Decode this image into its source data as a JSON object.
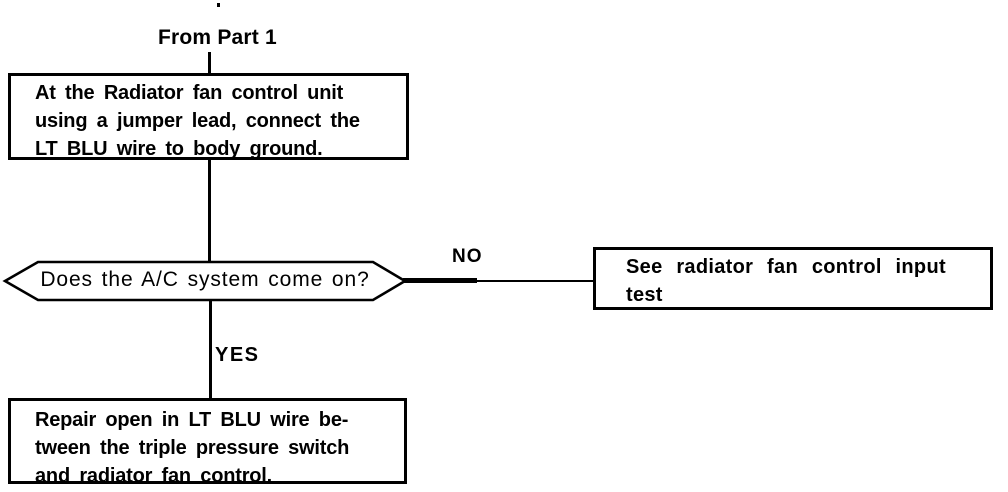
{
  "page": {
    "paper_color": "#ffffff",
    "ink_color": "#000000"
  },
  "diagram": {
    "entry_label": "From Part 1",
    "branch_labels": {
      "no": "NO",
      "yes": "YES"
    },
    "nodes": [
      {
        "id": "step1",
        "type": "process",
        "lines": [
          "At the Radiator fan control unit",
          "using a jumper lead, connect the",
          "LT BLU wire to body ground."
        ]
      },
      {
        "id": "decision",
        "type": "decision",
        "text": "Does the A/C system come on?"
      },
      {
        "id": "no-result",
        "type": "process",
        "lines": [
          "See radiator fan control input",
          "test"
        ]
      },
      {
        "id": "yes-result",
        "type": "process",
        "lines": [
          "Repair open in LT BLU wire be-",
          "tween the triple pressure switch",
          "and radiator fan control."
        ]
      }
    ]
  }
}
